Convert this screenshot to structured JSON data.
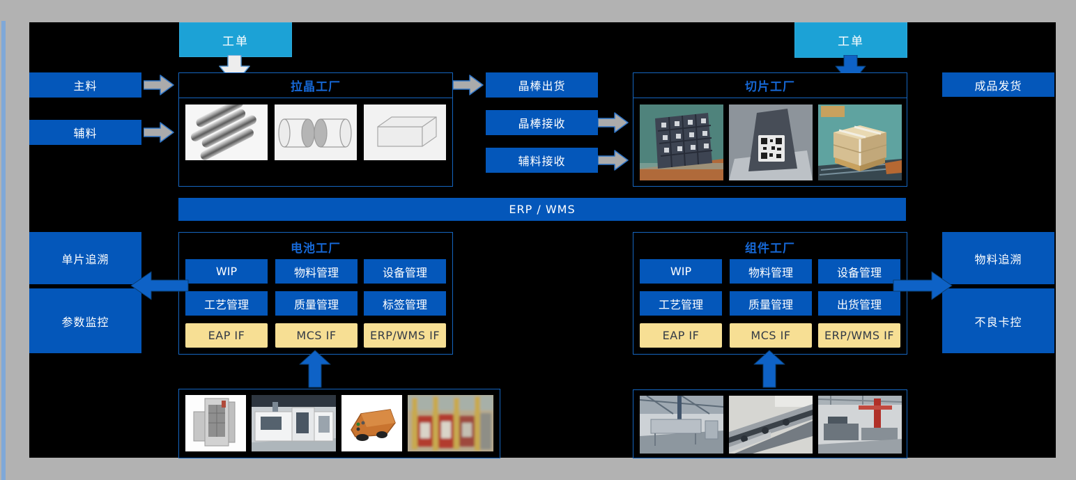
{
  "slide": {
    "bg_color": "#b2b2b2",
    "board_color": "#000000",
    "accent_strip_color": "#7fa8d8",
    "box_blue": "#0457ba",
    "cyan": "#1ca2d6",
    "interface_yellow": "#f7df94",
    "title_blue": "#1668d6"
  },
  "work_orders": {
    "left": "工单",
    "right": "工单"
  },
  "inputs": {
    "main_material": "主料",
    "aux_material": "辅料"
  },
  "crystal_factory": {
    "title": "拉晶工厂",
    "images": [
      "silicon-ingot-rods-photo",
      "ingot-cylinders-drawing",
      "ingot-block-drawing"
    ]
  },
  "transfer": {
    "ingot_ship": "晶棒出货",
    "ingot_receive": "晶棒接收",
    "aux_receive": "辅料接收"
  },
  "slicing_factory": {
    "title": "切片工厂",
    "images": [
      "silicon-bricks-photo",
      "qr-code-block-photo",
      "carton-pallet-photo"
    ]
  },
  "outputs": {
    "finished_goods": "成品发货"
  },
  "erp_wms": {
    "label": "ERP / WMS"
  },
  "left_panel": {
    "wafer_trace": "单片追溯",
    "param_monitor": "参数监控"
  },
  "battery_factory": {
    "title": "电池工厂",
    "cells": [
      "WIP",
      "物料管理",
      "设备管理",
      "工艺管理",
      "质量管理",
      "标签管理"
    ],
    "interfaces": [
      "EAP IF",
      "MCS IF",
      "ERP/WMS IF"
    ],
    "images": [
      "furnace-equipment-photo",
      "production-line-machine-photo",
      "agv-vehicle-photo",
      "material-racks-photo"
    ]
  },
  "module_factory": {
    "title": "组件工厂",
    "cells": [
      "WIP",
      "物料管理",
      "设备管理",
      "工艺管理",
      "质量管理",
      "出货管理"
    ],
    "interfaces": [
      "EAP IF",
      "MCS IF",
      "ERP/WMS IF"
    ],
    "images": [
      "workshop-interior-photo",
      "conveyor-machine-photo",
      "crane-workshop-photo"
    ]
  },
  "right_panel": {
    "material_trace": "物料追溯",
    "defect_control": "不良卡控"
  }
}
